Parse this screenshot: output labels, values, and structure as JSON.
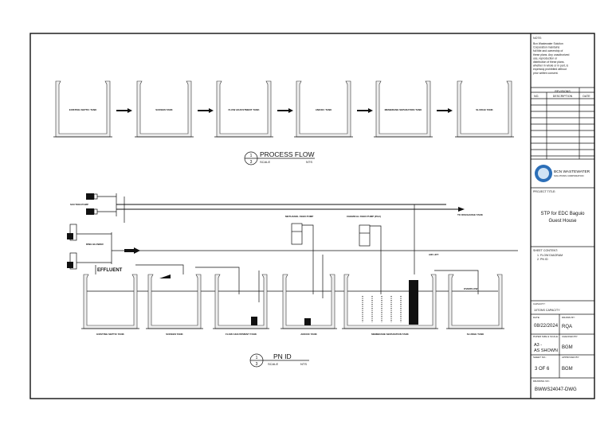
{
  "process_flow": {
    "tanks": [
      "EXISTING SEPTIC TANK",
      "SCREEN TANK",
      "FLOW ADJUSTMENT TANK",
      "ANOXIC TANK",
      "MEMBRANE SEPARATION TANK",
      "SLUDGE TANK"
    ],
    "callout": {
      "number": "1",
      "sheet": "3",
      "title": "PROCESS FLOW",
      "scale_label": "SCALE",
      "scale": "NTS"
    }
  },
  "pnid": {
    "tanks": [
      "EXISTING SEPTIC TANK",
      "SCREEN TANK",
      "FLOW ADJUSTMENT TANK",
      "ANOXIC TANK",
      "MEMBRANE SEPARATION TANK",
      "SLUDGE TANK"
    ],
    "labels": {
      "suction_pump": "SUCTION PUMP",
      "ring_blower": "RING BLOWER",
      "effluent": "EFFLUENT",
      "methanol": "METHANOL FEED PUMP",
      "chemical": "CHEMICAL FEED PUMP (PAC)",
      "air_lift": "AIR LIFT",
      "discharge": "TO DISCHARGE TANK",
      "overflow": "OVERFLOW"
    },
    "callout": {
      "number": "1",
      "sheet": "3",
      "title": "PN ID",
      "scale_label": "SCALE",
      "scale": "NTS"
    }
  },
  "title_block": {
    "note_label": "NOTE:",
    "note_lines": [
      "Bcn Wastewater Solution",
      "Corporation maintains",
      "full title and ownership of",
      "these plans. Any unauthorized",
      "use, reproduction or",
      "distribution of these plans,",
      "whether in whole or in part, is",
      "expressly prohibited without",
      "prior written consent."
    ],
    "revisions": {
      "title": "REVISIONS",
      "no": "NO.",
      "description": "DESCRIPTION",
      "date": "DATE"
    },
    "company": {
      "name": "BCN WASTEWATER",
      "sub": "SOLUTIONS CORPORATION",
      "color": "#1f5fa8"
    },
    "project_title_label": "PROJECT TITLE:",
    "project_title": [
      "STP for EDC Baguio",
      "Guest House"
    ],
    "sheet_content_label": "SHEET CONTENT:",
    "sheet_content": [
      "1.    FLOW DIAGRAM",
      "2.    PN ID"
    ],
    "capacity_label": "CAPACITY:",
    "capacity": "10TONS CAPACITY",
    "date_label": "DATE:",
    "date": "08/22/2024",
    "drawn_by_label": "DRAWN BY:",
    "drawn_by": "RQA",
    "paper_label": "PAPER SIZE & SCALE:",
    "paper": [
      "A3 -",
      "AS SHOWN"
    ],
    "checked_by_label": "CHECKED BY:",
    "checked_by": "BGM",
    "sheet_no_label": "SHEET NO.:",
    "sheet_no": "3 OF 6",
    "approved_by_label": "APPROVED BY:",
    "approved_by": "BGM",
    "drawing_no_label": "DRAWING NO.:",
    "drawing_no": "BWWS24047-DWG"
  }
}
